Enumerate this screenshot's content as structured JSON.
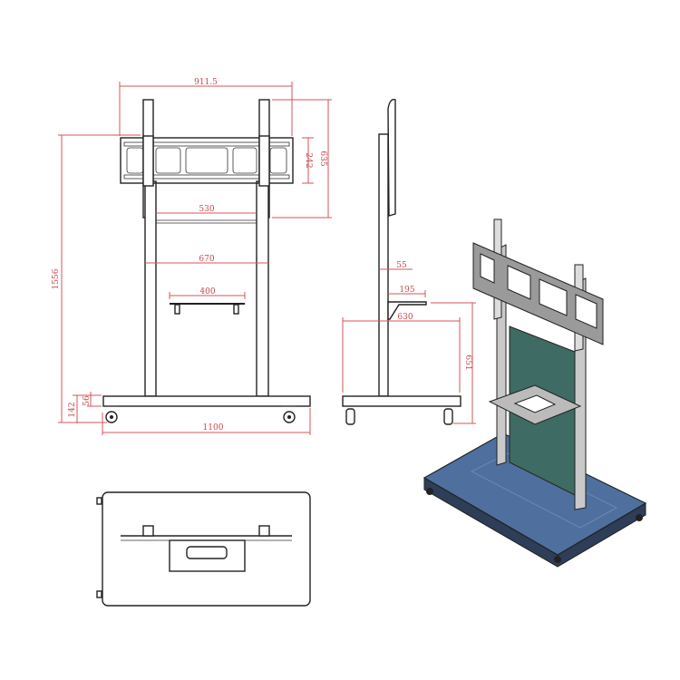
{
  "front_view": {
    "dimensions": {
      "bracket_width": "911.5",
      "bracket_height": "242",
      "upright_height": "635",
      "inner_width_top": "530",
      "outer_width_uprights": "670",
      "shelf_width": "400",
      "total_height": "1556",
      "base_height": "142",
      "base_thickness": "56",
      "base_width": "1100"
    }
  },
  "side_view": {
    "dimensions": {
      "pole_depth": "55",
      "shelf_depth": "195",
      "base_depth": "630",
      "shelf_height": "651"
    }
  },
  "colors": {
    "dimension_lines": "#d9535b",
    "base_3d": "#4f6f9f",
    "panel_3d": "#3e6b63"
  }
}
